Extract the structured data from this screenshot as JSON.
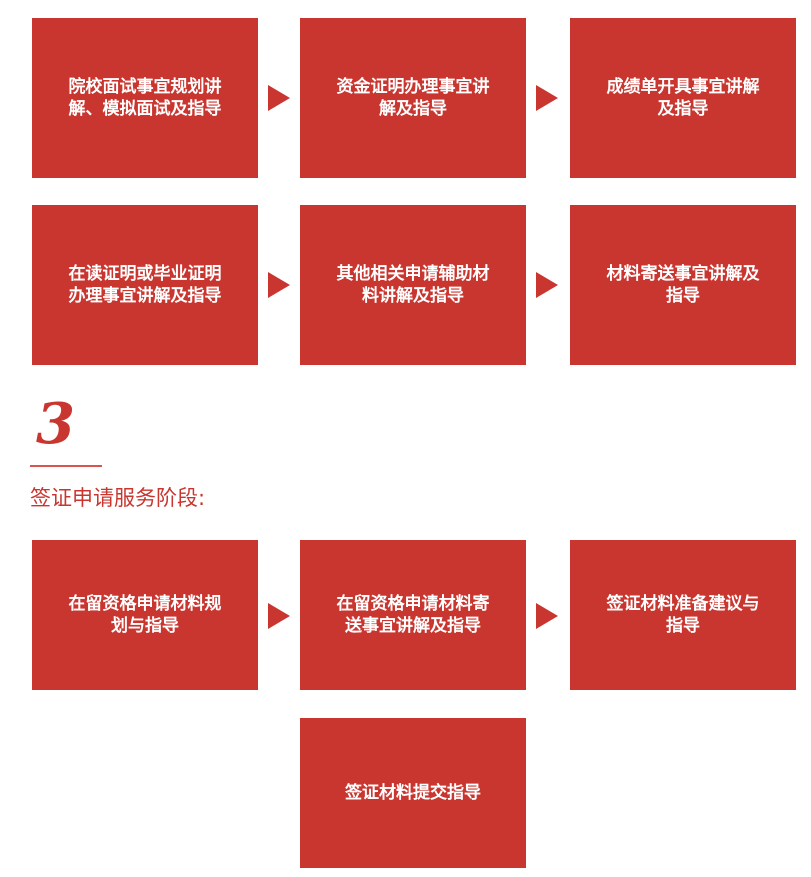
{
  "colors": {
    "box_fill": "#c9352f",
    "box_text": "#ffffff",
    "arrow": "#c9352f",
    "heading": "#c9352f"
  },
  "stage_a": {
    "row1": [
      "院校面试事宜规划讲\n解、模拟面试及指导",
      "资金证明办理事宜讲\n解及指导",
      "成绩单开具事宜讲解\n及指导"
    ],
    "row2": [
      "在读证明或毕业证明\n办理事宜讲解及指导",
      "其他相关申请辅助材\n料讲解及指导",
      "材料寄送事宜讲解及\n指导"
    ]
  },
  "stage3": {
    "number": "3",
    "title": "签证申请服务阶段:",
    "row1": [
      "在留资格申请材料规\n划与指导",
      "在留资格申请材料寄\n送事宜讲解及指导",
      "签证材料准备建议与\n指导"
    ],
    "row2": [
      "签证材料提交指导"
    ]
  }
}
